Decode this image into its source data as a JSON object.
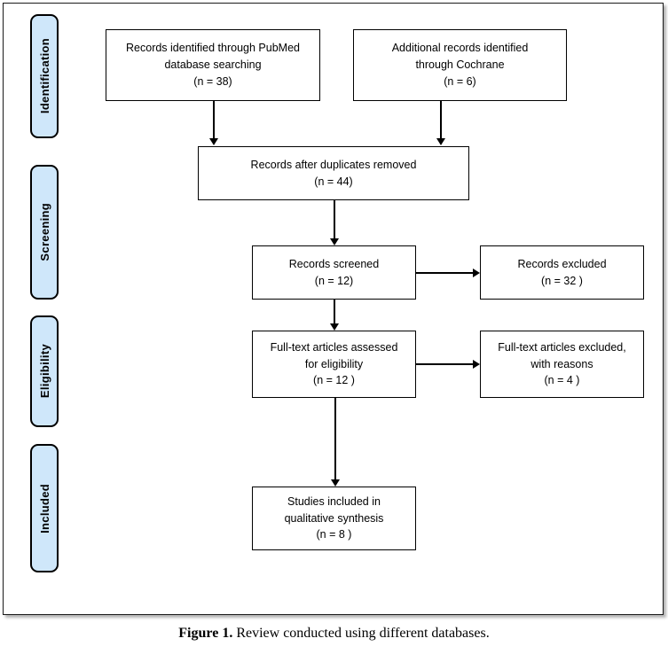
{
  "figure": {
    "caption_label": "Figure 1.",
    "caption_text": " Review conducted using different databases.",
    "border_color": "#1a1a1a",
    "background": "#ffffff"
  },
  "stages": [
    {
      "id": "identification",
      "label": "Identification",
      "color": "#cfe7fa"
    },
    {
      "id": "screening",
      "label": "Screening",
      "color": "#cfe7fa"
    },
    {
      "id": "eligibility",
      "label": "Eligibility",
      "color": "#cfe7fa"
    },
    {
      "id": "included",
      "label": "Included",
      "color": "#cfe7fa"
    }
  ],
  "boxes": {
    "pubmed": {
      "line1": "Records identified through PubMed",
      "line2": "database searching",
      "line3": "(n =  38)"
    },
    "cochrane": {
      "line1": "Additional records identified",
      "line2": "through Cochrane",
      "line3": "(n =  6)"
    },
    "duplicates_removed": {
      "line1": "Records after duplicates removed",
      "line2": "(n =  44)"
    },
    "records_screened": {
      "line1": "Records screened",
      "line2": "(n = 12)"
    },
    "records_excluded": {
      "line1": "Records excluded",
      "line2": "(n =  32 )"
    },
    "fulltext_assessed": {
      "line1": "Full-text articles assessed",
      "line2": "for eligibility",
      "line3": "(n = 12  )"
    },
    "fulltext_excluded": {
      "line1": "Full-text articles excluded,",
      "line2": "with reasons",
      "line3": "(n =  4 )"
    },
    "studies_included": {
      "line1": "Studies included in",
      "line2": "qualitative synthesis",
      "line3": "(n = 8 )"
    }
  },
  "chart_data": {
    "type": "diagram",
    "title": "PRISMA flow diagram",
    "nodes": [
      {
        "id": "pubmed",
        "stage": "Identification",
        "label": "Records identified through PubMed database searching",
        "n": 38
      },
      {
        "id": "cochrane",
        "stage": "Identification",
        "label": "Additional records identified through Cochrane",
        "n": 6
      },
      {
        "id": "duplicates_removed",
        "stage": "Screening",
        "label": "Records after duplicates removed",
        "n": 44
      },
      {
        "id": "records_screened",
        "stage": "Screening",
        "label": "Records screened",
        "n": 12
      },
      {
        "id": "records_excluded",
        "stage": "Screening",
        "label": "Records excluded",
        "n": 32
      },
      {
        "id": "fulltext_assessed",
        "stage": "Eligibility",
        "label": "Full-text articles assessed for eligibility",
        "n": 12
      },
      {
        "id": "fulltext_excluded",
        "stage": "Eligibility",
        "label": "Full-text articles excluded, with reasons",
        "n": 4
      },
      {
        "id": "studies_included",
        "stage": "Included",
        "label": "Studies included in qualitative synthesis",
        "n": 8
      }
    ],
    "edges": [
      {
        "from": "pubmed",
        "to": "duplicates_removed"
      },
      {
        "from": "cochrane",
        "to": "duplicates_removed"
      },
      {
        "from": "duplicates_removed",
        "to": "records_screened"
      },
      {
        "from": "records_screened",
        "to": "records_excluded"
      },
      {
        "from": "records_screened",
        "to": "fulltext_assessed"
      },
      {
        "from": "fulltext_assessed",
        "to": "fulltext_excluded"
      },
      {
        "from": "fulltext_assessed",
        "to": "studies_included"
      }
    ]
  }
}
